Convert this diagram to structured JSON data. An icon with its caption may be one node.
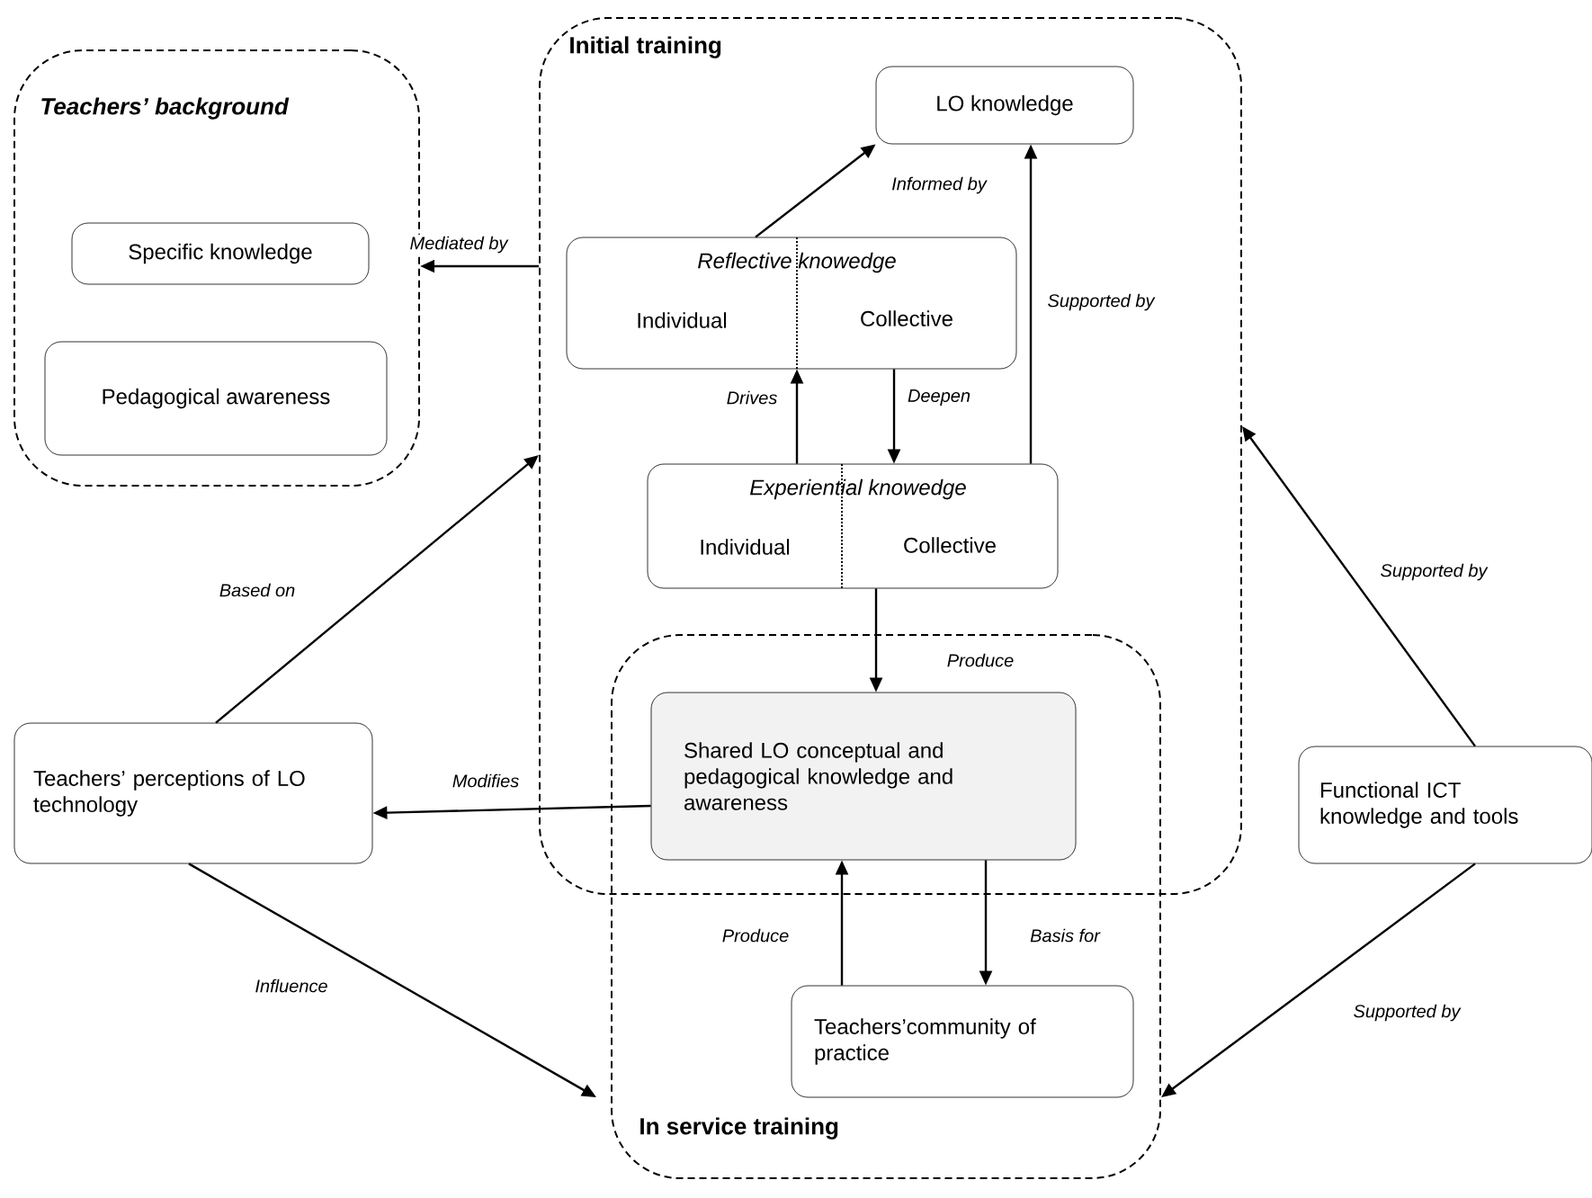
{
  "diagram": {
    "nodes": [
      {
        "text": [
          "Teachers’ background"
        ]
      },
      {
        "text": [
          "Specific knowledge"
        ],
        "in": 0
      },
      {
        "text": [
          "Pedagogical awareness"
        ],
        "in": 0
      },
      {
        "text": [
          "Initial training"
        ]
      },
      {
        "text": [
          "LO knowledge"
        ],
        "in": 3
      },
      {
        "text": [
          "Reflective knowedge",
          "Individual",
          "Collective"
        ],
        "in": 3
      },
      {
        "text": [
          "Experiential knowedge",
          "Individual",
          "Collective"
        ],
        "in": 3
      },
      {
        "text": [
          "In service training"
        ]
      },
      {
        "text": [
          "Shared LO conceptual and pedagogical knowledge and awareness"
        ]
      },
      {
        "text": [
          "Teachers’community of practice"
        ],
        "in": 7
      },
      {
        "text": [
          "Teachers’ perceptions of LO technology"
        ]
      },
      {
        "text": [
          "Functional ICT knowledge and tools"
        ]
      }
    ],
    "edges": [
      {
        "from": 3,
        "to": 0,
        "arrow": "to",
        "label": "Mediated by"
      },
      {
        "from": 5,
        "to": 4,
        "arrow": "to",
        "label": "Informed by"
      },
      {
        "from": 6,
        "to": 4,
        "arrow": "to",
        "label": "Supported by"
      },
      {
        "from": 6,
        "to": 5,
        "arrow": "to",
        "label": "Drives"
      },
      {
        "from": 5,
        "to": 6,
        "arrow": "to",
        "label": "Deepen"
      },
      {
        "from": 6,
        "to": 8,
        "arrow": "to",
        "label": "Produce"
      },
      {
        "from": 8,
        "to": 10,
        "arrow": "to",
        "label": "Modifies"
      },
      {
        "from": 10,
        "to": 3,
        "arrow": "to",
        "label": "Based on"
      },
      {
        "from": 10,
        "to": 7,
        "arrow": "to",
        "label": "Influence"
      },
      {
        "from": 11,
        "to": 3,
        "arrow": "to",
        "label": "Supported by"
      },
      {
        "from": 11,
        "to": 7,
        "arrow": "to",
        "label": "Supported by"
      },
      {
        "from": 9,
        "to": 8,
        "arrow": "to",
        "label": "Produce"
      },
      {
        "from": 8,
        "to": 9,
        "arrow": "to",
        "label": "Basis for"
      }
    ]
  }
}
